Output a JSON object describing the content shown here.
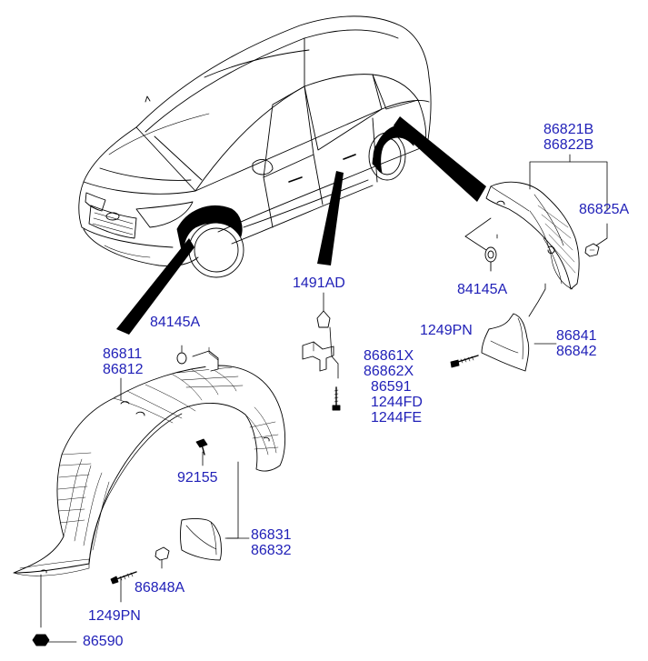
{
  "labels": {
    "l_86821B": "86821B",
    "l_86822B": "86822B",
    "l_86825A": "86825A",
    "l_84145A_r": "84145A",
    "l_1491AD": "1491AD",
    "l_1249PN_r": "1249PN",
    "l_86841": "86841",
    "l_86842": "86842",
    "l_84145A_l": "84145A",
    "l_86811": "86811",
    "l_86812": "86812",
    "l_86861X": "86861X",
    "l_86862X": "86862X",
    "l_86591": "86591",
    "l_1244FD": "1244FD",
    "l_1244FE": "1244FE",
    "l_92155": "92155",
    "l_86831": "86831",
    "l_86832": "86832",
    "l_86848A": "86848A",
    "l_1249PN_l": "1249PN",
    "l_86590": "86590"
  },
  "colors": {
    "label": "#2121b8",
    "line": "#000000"
  }
}
